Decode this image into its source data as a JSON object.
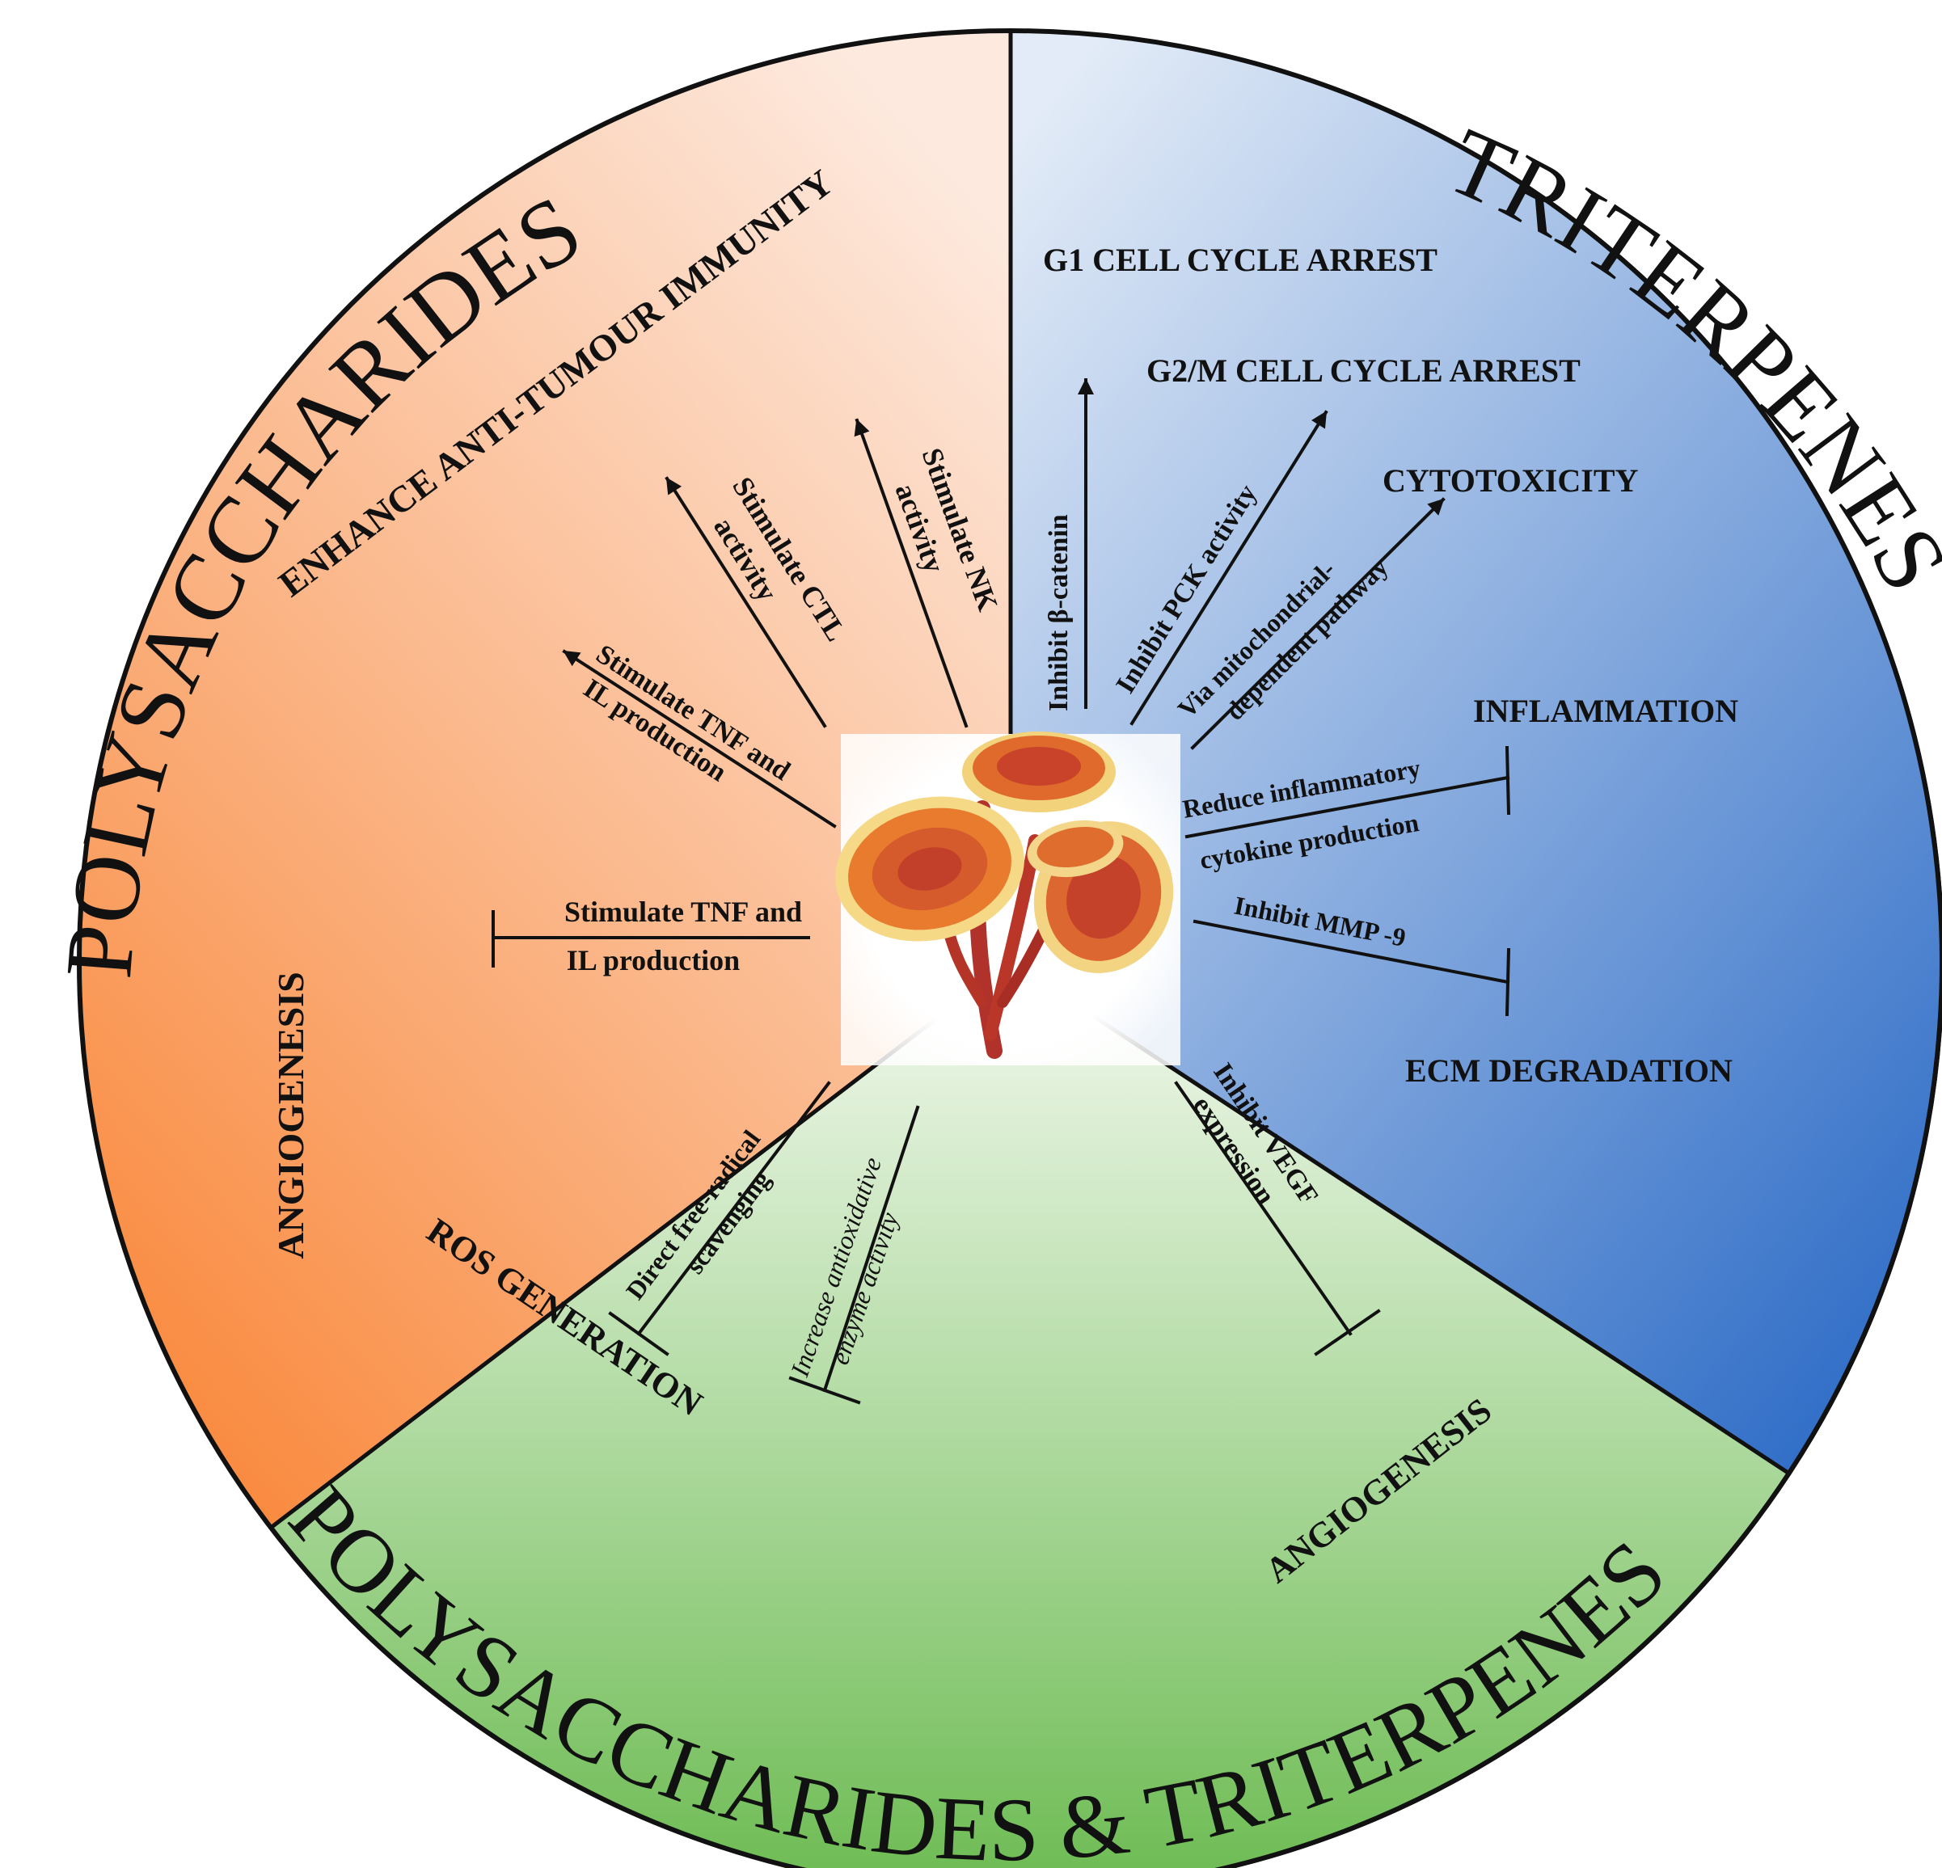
{
  "colors": {
    "orange_light": "#fde4d6",
    "orange_dark": "#f98a3e",
    "blue_light": "#dfe9f6",
    "blue_dark": "#2f6fc8",
    "green_light": "#f1f8ec",
    "green_dark": "#6cbc55",
    "ink": "#111111"
  },
  "titles": {
    "polysaccharides": "POLYSACCHARIDES",
    "triterpenes": "TRITERPENES",
    "combined_left": "POLYSACCHARIDES",
    "combined_amp": "&",
    "combined_right": "TRITERPENES"
  },
  "center_image": "lingzhi-mushroom-illustration",
  "polysaccharides_sector": {
    "immunity": "ENHANCE ANTI-TUMOUR IMMUNITY",
    "angiogenesis": "ANGIOGENESIS",
    "nk": [
      "Stimulate NK",
      "activity"
    ],
    "ctl": [
      "Stimulate CTL",
      "activity"
    ],
    "tnf_il_up": [
      "Stimulate TNF and",
      "IL production"
    ],
    "tnf_il_inhibit": [
      "Stimulate TNF and",
      "IL production"
    ]
  },
  "triterpenes_sector": {
    "g1": "G1 CELL CYCLE ARREST",
    "g2m": "G2/M CELL CYCLE ARREST",
    "cytotoxicity": "CYTOTOXICITY",
    "inflammation": "INFLAMMATION",
    "ecm": "ECM DEGRADATION",
    "beta_catenin": "Inhibit β-catenin",
    "pck": "Inhibit PCK activity",
    "mito": [
      "Via mitochondrial-",
      "dependent pathway"
    ],
    "cytokine": [
      "Reduce inflammatory",
      "cytokine production"
    ],
    "mmp": "Inhibit MMP -9"
  },
  "combined_sector": {
    "ros": "ROS GENERATION",
    "angiogenesis": "ANGIOGENESIS",
    "free_radical": [
      "Direct free-radical",
      "scavenging"
    ],
    "antioxidative": [
      "Increase antioxidative",
      "enzyme activity"
    ],
    "vegf": [
      "Inhibit VEGF",
      "expression"
    ]
  }
}
